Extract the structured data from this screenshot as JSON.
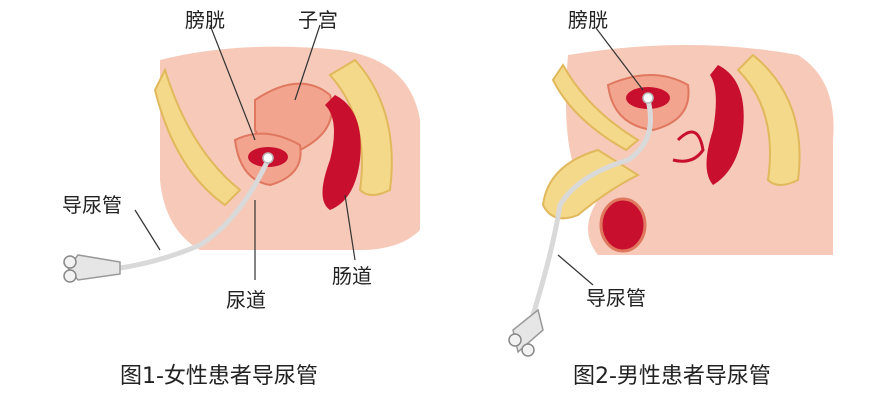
{
  "figure1": {
    "labels": {
      "bladder": "膀胱",
      "uterus": "子宫",
      "catheter": "导尿管",
      "urethra": "尿道",
      "rectum": "肠道"
    },
    "caption": "图1-女性患者导尿管"
  },
  "figure2": {
    "labels": {
      "bladder": "膀胱",
      "catheter": "导尿管"
    },
    "caption": "图2-男性患者导尿管"
  },
  "colors": {
    "skin": "#f6c9b8",
    "bone": "#f4d98a",
    "organ": "#f3a48f",
    "blood": "#c8102e",
    "catheter": "#d9d9d9"
  }
}
